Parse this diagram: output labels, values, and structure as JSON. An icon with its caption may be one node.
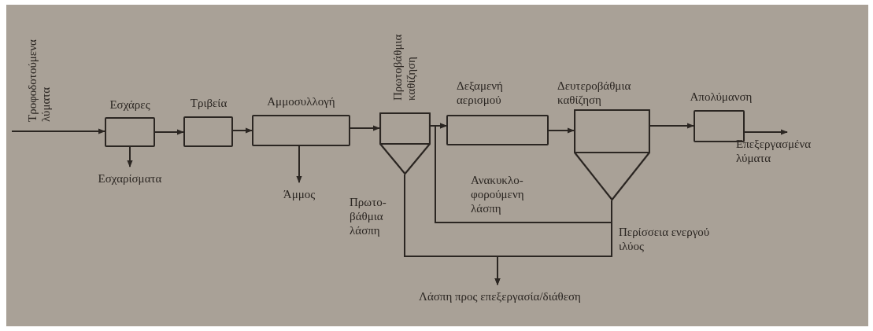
{
  "diagram": {
    "nodes": [
      {
        "text": [
          "Τροφοδοτούμενα λύματα"
        ]
      },
      {
        "text": [
          "Εσχάρες"
        ]
      },
      {
        "text": [
          "Τριβεία"
        ]
      },
      {
        "text": [
          "Αμμοσυλλογή"
        ]
      },
      {
        "text": [
          "Πρωτοβάθμια καθίζηση"
        ]
      },
      {
        "text": [
          "Δεξαμενή αερισμού"
        ]
      },
      {
        "text": [
          "Δευτεροβάθμια καθίζηση"
        ]
      },
      {
        "text": [
          "Απολύμανση"
        ]
      },
      {
        "text": [
          "Επεξεργασμένα λύματα"
        ]
      },
      {
        "text": [
          "Εσχαρίσματα"
        ]
      },
      {
        "text": [
          "Άμμος"
        ]
      },
      {
        "text": [
          "Λάσπη προς επεξεργασία/διάθεση"
        ]
      }
    ],
    "edges": [
      {
        "from": 0,
        "to": 1,
        "arrow": "to"
      },
      {
        "from": 1,
        "to": 2,
        "arrow": "to"
      },
      {
        "from": 2,
        "to": 3,
        "arrow": "to"
      },
      {
        "from": 3,
        "to": 4,
        "arrow": "to"
      },
      {
        "from": 4,
        "to": 5,
        "arrow": "to"
      },
      {
        "from": 5,
        "to": 6,
        "arrow": "to"
      },
      {
        "from": 6,
        "to": 7,
        "arrow": "to"
      },
      {
        "from": 7,
        "to": 8,
        "arrow": "to"
      },
      {
        "from": 1,
        "to": 9,
        "arrow": "to"
      },
      {
        "from": 3,
        "to": 10,
        "arrow": "to"
      },
      {
        "from": 4,
        "to": 11,
        "arrow": "to",
        "label": "Πρωτο- βάθμια λάσπη"
      },
      {
        "from": 6,
        "to": 5,
        "arrow": "to",
        "label": "Ανακυκλο- φορούμενη λάσπη"
      },
      {
        "from": 6,
        "to": 11,
        "arrow": "to",
        "label": "Περίσσεια ενεργού ιλύος"
      }
    ]
  }
}
